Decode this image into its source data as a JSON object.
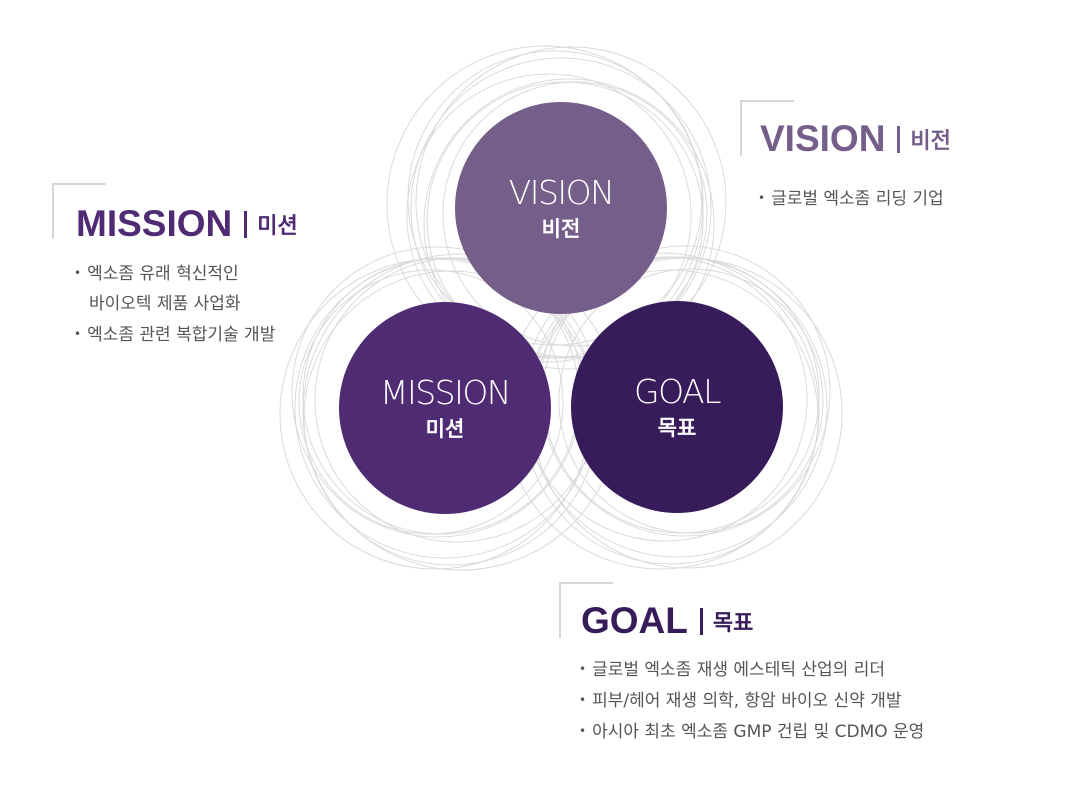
{
  "colors": {
    "vision": "#765e8b",
    "mission": "#4e2b73",
    "goal": "#371b5a",
    "ring": "#dadada",
    "bracket": "#d6d6d6",
    "bullet_text": "#555555"
  },
  "circles": {
    "vision": {
      "en": "VISION",
      "ko": "비전"
    },
    "mission": {
      "en": "MISSION",
      "ko": "미션"
    },
    "goal": {
      "en": "GOAL",
      "ko": "목표"
    }
  },
  "mission": {
    "title_en": "MISSION",
    "title_ko": "미션",
    "bullet_mark": "•",
    "items": [
      "엑소좀 유래 혁신적인",
      "바이오텍 제품 사업화",
      "엑소좀 관련 복합기술 개발"
    ]
  },
  "vision": {
    "title_en": "VISION",
    "title_ko": "비전",
    "bullet_mark": "•",
    "items": [
      "글로벌 엑소좀 리딩 기업"
    ]
  },
  "goal": {
    "title_en": "GOAL",
    "title_ko": "목표",
    "bullet_mark": "•",
    "items": [
      "글로벌 엑소좀 재생 에스테틱 산업의 리더",
      "피부/헤어 재생 의학, 항암 바이오 신약 개발",
      "아시아 최초 엑소좀 GMP 건립 및 CDMO 운영"
    ]
  }
}
